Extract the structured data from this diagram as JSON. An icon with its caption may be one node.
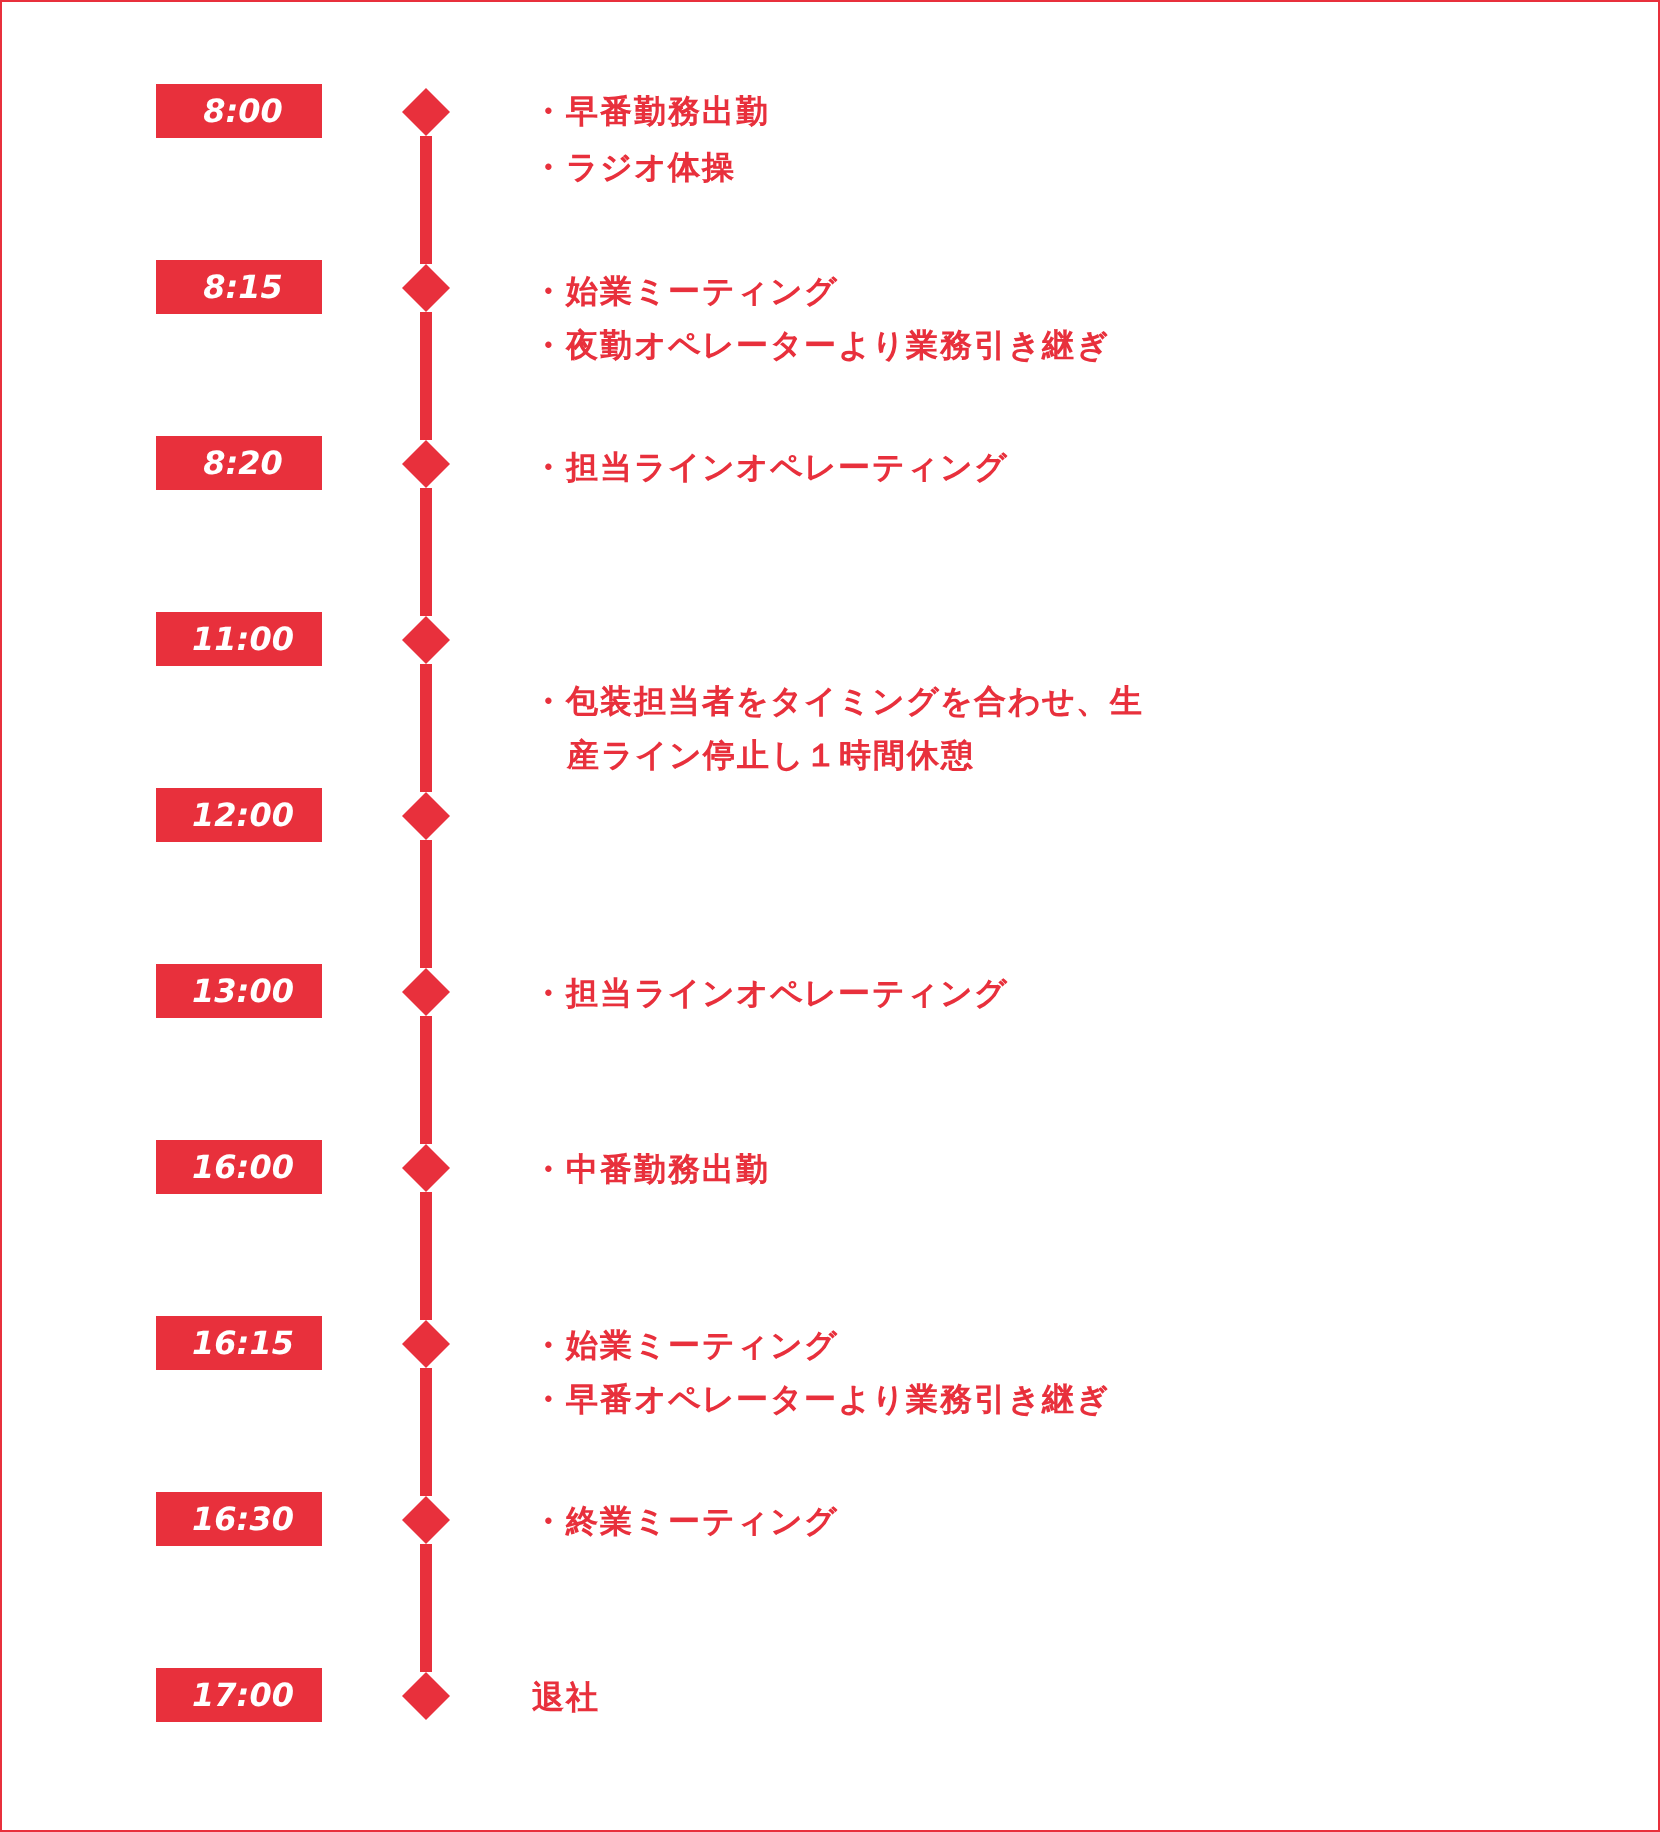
{
  "diagram": {
    "nodes": [
      {
        "text": [
          "8:00"
        ]
      },
      {
        "text": [
          "8:15"
        ]
      },
      {
        "text": [
          "8:20"
        ]
      },
      {
        "text": [
          "11:00"
        ]
      },
      {
        "text": [
          "12:00"
        ]
      },
      {
        "text": [
          "13:00"
        ]
      },
      {
        "text": [
          "16:00"
        ]
      },
      {
        "text": [
          "16:15"
        ]
      },
      {
        "text": [
          "16:30"
        ]
      },
      {
        "text": [
          "17:00"
        ]
      },
      {
        "text": [],
        "shape": "diamond"
      },
      {
        "text": [],
        "shape": "diamond"
      },
      {
        "text": [],
        "shape": "diamond"
      },
      {
        "text": [],
        "shape": "diamond"
      },
      {
        "text": [],
        "shape": "diamond"
      },
      {
        "text": [],
        "shape": "diamond"
      },
      {
        "text": [],
        "shape": "diamond"
      },
      {
        "text": [],
        "shape": "diamond"
      },
      {
        "text": [],
        "shape": "diamond"
      },
      {
        "text": [],
        "shape": "diamond"
      }
    ],
    "edges": [
      {
        "from": 10,
        "to": 11,
        "arrow": "none"
      },
      {
        "from": 11,
        "to": 12,
        "arrow": "none"
      },
      {
        "from": 12,
        "to": 13,
        "arrow": "none"
      },
      {
        "from": 13,
        "to": 14,
        "arrow": "none"
      },
      {
        "from": 14,
        "to": 15,
        "arrow": "none"
      },
      {
        "from": 15,
        "to": 16,
        "arrow": "none"
      },
      {
        "from": 16,
        "to": 17,
        "arrow": "none"
      },
      {
        "from": 17,
        "to": 18,
        "arrow": "none"
      },
      {
        "from": 18,
        "to": 19,
        "arrow": "none"
      }
    ],
    "labels": [
      "・早番勤務出勤",
      "・ラジオ体操",
      "・始業ミーティング",
      "・夜勤オペレーターより業務引き継ぎ",
      "・担当ラインオペレーティング",
      "・包装担当者をタイミングを合わせ、生産ライン停止し１時間休憩",
      "・担当ラインオペレーティング",
      "・中番勤務出勤",
      "・始業ミーティング",
      "・早番オペレーターより業務引き継ぎ",
      "・終業ミーティング",
      "退社"
    ]
  }
}
